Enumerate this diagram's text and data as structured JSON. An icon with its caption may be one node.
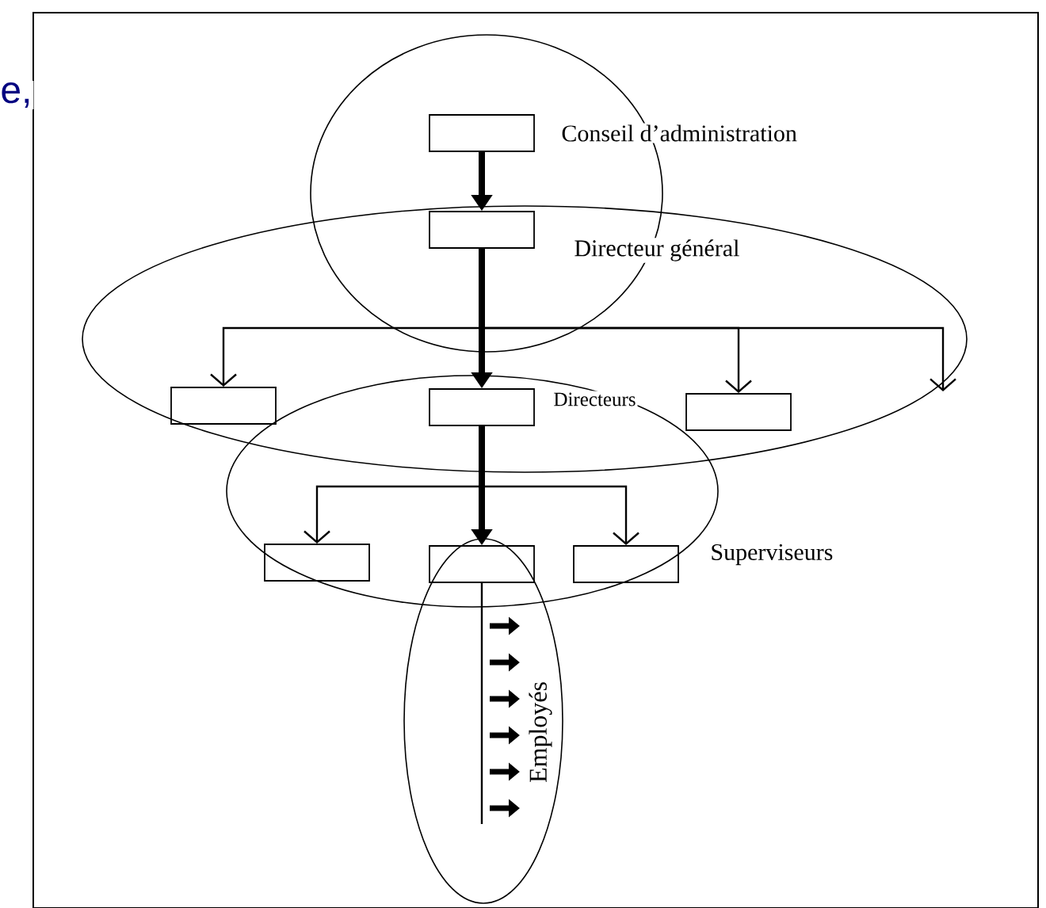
{
  "diagram": {
    "nodes": [
      {
        "text": [],
        "shape": "ellipse"
      },
      {
        "text": [],
        "shape": "box",
        "in": 0
      },
      {
        "text": [],
        "shape": "ellipse"
      },
      {
        "text": [],
        "shape": "box"
      },
      {
        "text": [],
        "shape": "box",
        "in": 2
      },
      {
        "text": [],
        "shape": "box"
      },
      {
        "text": [],
        "shape": "box",
        "in": 2
      },
      {
        "text": [],
        "shape": "ellipse"
      },
      {
        "text": [],
        "shape": "box",
        "in": 7
      },
      {
        "text": [],
        "shape": "box"
      },
      {
        "text": [],
        "shape": "box",
        "in": 7
      },
      {
        "text": [
          "Employés"
        ]
      }
    ],
    "edges": [
      {
        "from": 1,
        "to": 3,
        "arrow": "to",
        "style": "thick"
      },
      {
        "from": 3,
        "to": 4,
        "arrow": "to"
      },
      {
        "from": 3,
        "to": 5,
        "arrow": "to",
        "style": "thick"
      },
      {
        "from": 3,
        "to": 6,
        "arrow": "to"
      },
      {
        "from": 3,
        "to": 2,
        "arrow": "to"
      },
      {
        "from": 5,
        "to": 8,
        "arrow": "to"
      },
      {
        "from": 5,
        "to": 9,
        "arrow": "to",
        "style": "thick"
      },
      {
        "from": 5,
        "to": 10,
        "arrow": "to"
      },
      {
        "from": 9,
        "to": 11,
        "arrow": "none"
      }
    ],
    "labels": [
      "e,",
      "Conseil d’administration",
      "Directeur général",
      "Directeurs",
      "Superviseurs"
    ]
  }
}
